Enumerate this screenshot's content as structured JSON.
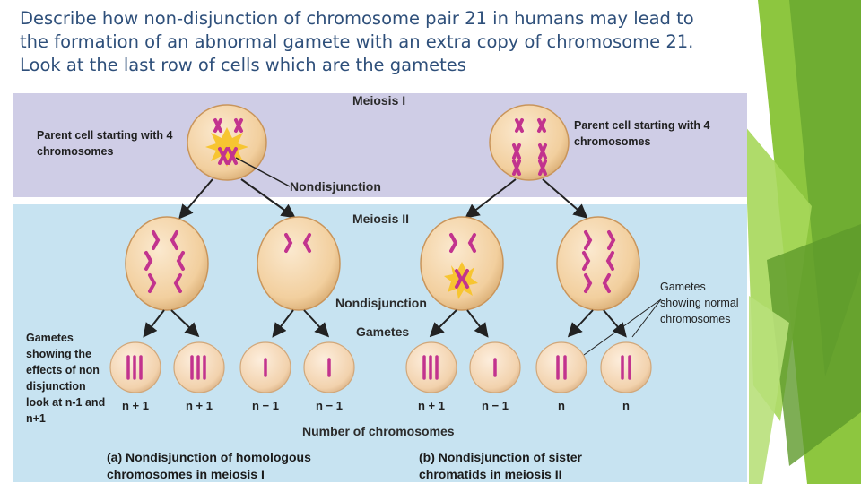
{
  "slide": {
    "title": "Describe how non-disjunction of chromosome pair 21 in humans may lead to the formation of an abnormal gamete with an extra copy of chromosome 21. Look at the last row of cells which are the gametes"
  },
  "figure": {
    "meiosis1_label": "Meiosis I",
    "meiosis2_label": "Meiosis II",
    "parent_left": "Parent cell starting with 4 chromosomes",
    "parent_right": "Parent cell starting with 4 chromosomes",
    "nondisjunction_1": "Nondisjunction",
    "nondisjunction_2": "Nondisjunction",
    "gametes_label": "Gametes",
    "left_note": "Gametes showing the effects of non disjunction look at n-1 and n+1",
    "right_note": "Gametes showing normal chromosomes",
    "gamete_counts": [
      "n + 1",
      "n + 1",
      "n − 1",
      "n − 1",
      "n + 1",
      "n − 1",
      "n",
      "n"
    ],
    "number_label": "Number of chromosomes",
    "caption_a": "(a) Nondisjunction of homologous chromosomes in meiosis I",
    "caption_b": "(b) Nondisjunction of sister chromatids in meiosis II"
  },
  "colors": {
    "title": "#2e4f7a",
    "chromosome": "#c2338e",
    "cell_fill": "#f4d6ad",
    "band_meiosis1": "#cfcde6",
    "band_meiosis2": "#c7e3f1",
    "burst": "#f7c531",
    "accent_green": "#8dc63f"
  }
}
